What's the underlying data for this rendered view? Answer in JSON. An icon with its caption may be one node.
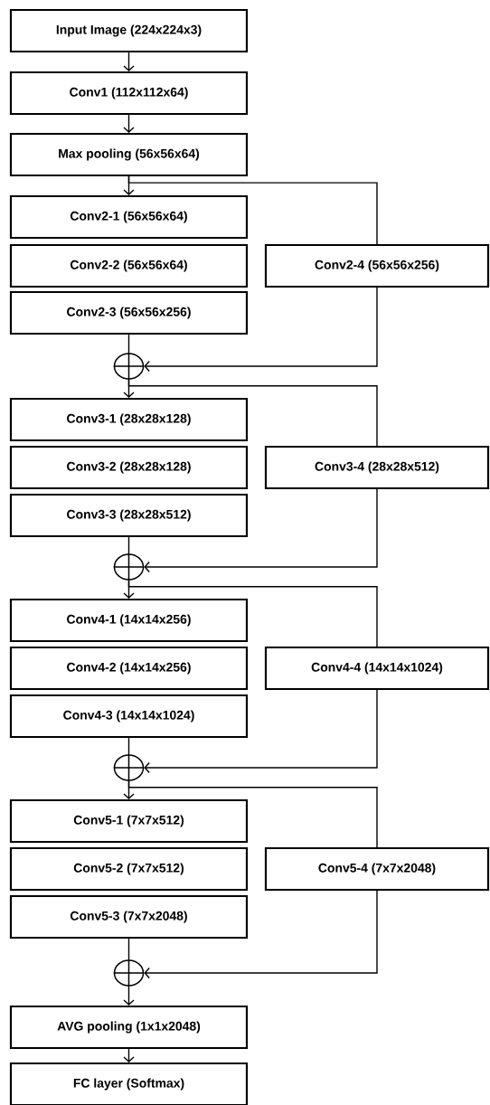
{
  "diagram": {
    "nodes": [
      {
        "text": [
          "Input Image (224x224x3)"
        ]
      },
      {
        "text": [
          "Conv1 (112x112x64)"
        ]
      },
      {
        "text": [
          "Max pooling (56x56x64)"
        ]
      },
      {
        "text": [
          "Conv2-1 (56x56x64)"
        ]
      },
      {
        "text": [
          "Conv2-2 (56x56x64)"
        ]
      },
      {
        "text": [
          "Conv2-4 (56x56x256)"
        ]
      },
      {
        "text": [
          "Conv2-3 (56x56x256)"
        ]
      },
      {
        "text": [],
        "shape": "circle"
      },
      {
        "text": [
          "Conv3-1 (28x28x128)"
        ]
      },
      {
        "text": [
          "Conv3-2 (28x28x128)"
        ]
      },
      {
        "text": [
          "Conv3-4 (28x28x512)"
        ]
      },
      {
        "text": [
          "Conv3-3 (28x28x512)"
        ]
      },
      {
        "text": [],
        "shape": "circle"
      },
      {
        "text": [
          "Conv4-1 (14x14x256)"
        ]
      },
      {
        "text": [
          "Conv4-2 (14x14x256)"
        ]
      },
      {
        "text": [
          "Conv4-4 (14x14x1024)"
        ]
      },
      {
        "text": [
          "Conv4-3 (14x14x1024)"
        ]
      },
      {
        "text": [],
        "shape": "circle"
      },
      {
        "text": [
          "Conv5-1 (7x7x512)"
        ]
      },
      {
        "text": [
          "Conv5-2 (7x7x512)"
        ]
      },
      {
        "text": [
          "Conv5-4 (7x7x2048)"
        ]
      },
      {
        "text": [
          "Conv5-3 (7x7x2048)"
        ]
      },
      {
        "text": [],
        "shape": "circle"
      },
      {
        "text": [
          "AVG pooling (1x1x2048)"
        ]
      },
      {
        "text": [
          "FC layer (Softmax)"
        ]
      }
    ],
    "edges": [
      {
        "from": 0,
        "to": 1,
        "arrow": "to"
      },
      {
        "from": 1,
        "to": 2,
        "arrow": "to"
      },
      {
        "from": 2,
        "to": 3,
        "arrow": "to"
      },
      {
        "from": 2,
        "to": 5,
        "arrow": "none"
      },
      {
        "from": 6,
        "to": 7,
        "arrow": "none"
      },
      {
        "from": 5,
        "to": 7,
        "arrow": "to"
      },
      {
        "from": 7,
        "to": 8,
        "arrow": "to"
      },
      {
        "from": 7,
        "to": 10,
        "arrow": "none"
      },
      {
        "from": 11,
        "to": 12,
        "arrow": "none"
      },
      {
        "from": 10,
        "to": 12,
        "arrow": "to"
      },
      {
        "from": 12,
        "to": 13,
        "arrow": "to"
      },
      {
        "from": 12,
        "to": 15,
        "arrow": "none"
      },
      {
        "from": 16,
        "to": 17,
        "arrow": "none"
      },
      {
        "from": 15,
        "to": 17,
        "arrow": "to"
      },
      {
        "from": 17,
        "to": 18,
        "arrow": "to"
      },
      {
        "from": 17,
        "to": 20,
        "arrow": "none"
      },
      {
        "from": 21,
        "to": 22,
        "arrow": "none"
      },
      {
        "from": 20,
        "to": 22,
        "arrow": "to"
      },
      {
        "from": 22,
        "to": 23,
        "arrow": "to"
      },
      {
        "from": 23,
        "to": 24,
        "arrow": "to"
      }
    ]
  }
}
